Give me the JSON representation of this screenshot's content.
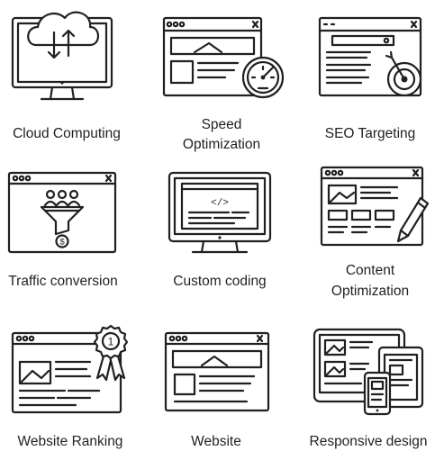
{
  "icons": [
    {
      "name": "cloud-monitor-icon",
      "label": "Cloud Computing"
    },
    {
      "name": "speed-gauge-browser-icon",
      "label": "Speed\nOptimization"
    },
    {
      "name": "target-browser-icon",
      "label": "SEO Targeting"
    },
    {
      "name": "funnel-browser-icon",
      "label": "Traffic conversion"
    },
    {
      "name": "code-monitor-icon",
      "label": "Custom coding"
    },
    {
      "name": "pencil-layout-icon",
      "label": "Content\nOptimization"
    },
    {
      "name": "award-ribbon-browser-icon",
      "label": "Website Ranking"
    },
    {
      "name": "website-browser-icon",
      "label": "Website"
    },
    {
      "name": "multi-device-icon",
      "label": "Responsive design"
    }
  ],
  "labels": {
    "cloud_computing": "Cloud Computing",
    "speed_line1": "Speed",
    "speed_line2": "Optimization",
    "seo_targeting": "SEO Targeting",
    "traffic_conversion": "Traffic conversion",
    "custom_coding": "Custom coding",
    "content_line1": "Content",
    "content_line2": "Optimization",
    "website_ranking": "Website Ranking",
    "website": "Website",
    "responsive_design": "Responsive design"
  },
  "badge_number": "1",
  "code_glyph": "</>",
  "coin_glyph": "$",
  "colors": {
    "stroke": "#231f20",
    "background": "#ffffff"
  }
}
